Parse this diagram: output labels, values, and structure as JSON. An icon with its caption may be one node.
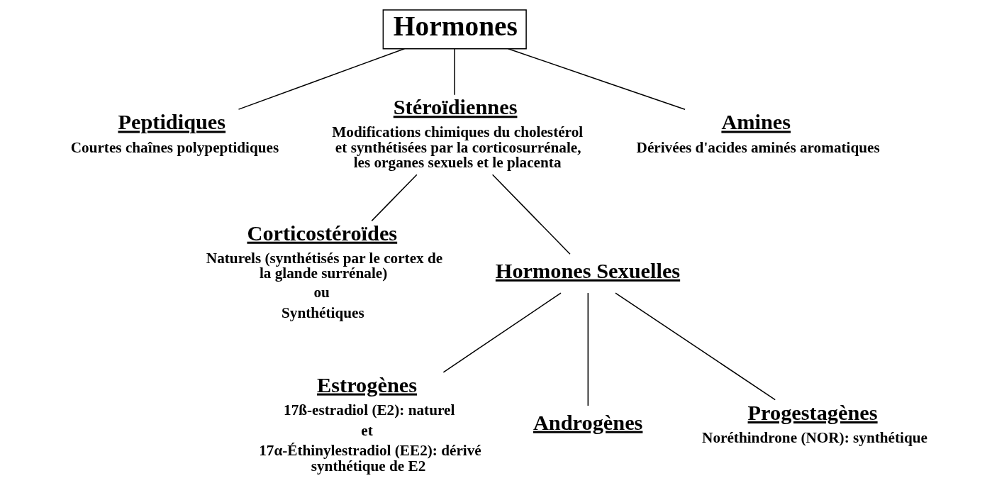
{
  "diagram": {
    "nodes": [
      {
        "text": [
          "Hormones"
        ]
      },
      {
        "text": [
          "Peptidiques",
          "Courtes chaînes polypeptidiques"
        ]
      },
      {
        "text": [
          "Stéroïdiennes",
          "Modifications chimiques du cholestérol et synthétisées par la corticosurrénale, les organes sexuels et le placenta"
        ]
      },
      {
        "text": [
          "Amines",
          "Dérivées d'acides aminés aromatiques"
        ]
      },
      {
        "text": [
          "Corticostéroïdes",
          "Naturels (synthétisés par le cortex de la glande surrénale)",
          "ou",
          "Synthétiques"
        ]
      },
      {
        "text": [
          "Hormones Sexuelles"
        ]
      },
      {
        "text": [
          "Estrogènes",
          "17ß-estradiol (E2): naturel",
          "et",
          "17α-Éthinylestradiol (EE2): dérivé synthétique de E2"
        ]
      },
      {
        "text": [
          "Androgènes"
        ]
      },
      {
        "text": [
          "Progestagènes",
          "Noréthindrone (NOR): synthétique"
        ]
      }
    ],
    "edges": [
      {
        "from": 0,
        "to": 1,
        "arrow": "none"
      },
      {
        "from": 0,
        "to": 2,
        "arrow": "none"
      },
      {
        "from": 0,
        "to": 3,
        "arrow": "none"
      },
      {
        "from": 2,
        "to": 4,
        "arrow": "none"
      },
      {
        "from": 2,
        "to": 5,
        "arrow": "none"
      },
      {
        "from": 5,
        "to": 6,
        "arrow": "none"
      },
      {
        "from": 5,
        "to": 7,
        "arrow": "none"
      },
      {
        "from": 5,
        "to": 8,
        "arrow": "none"
      }
    ]
  }
}
